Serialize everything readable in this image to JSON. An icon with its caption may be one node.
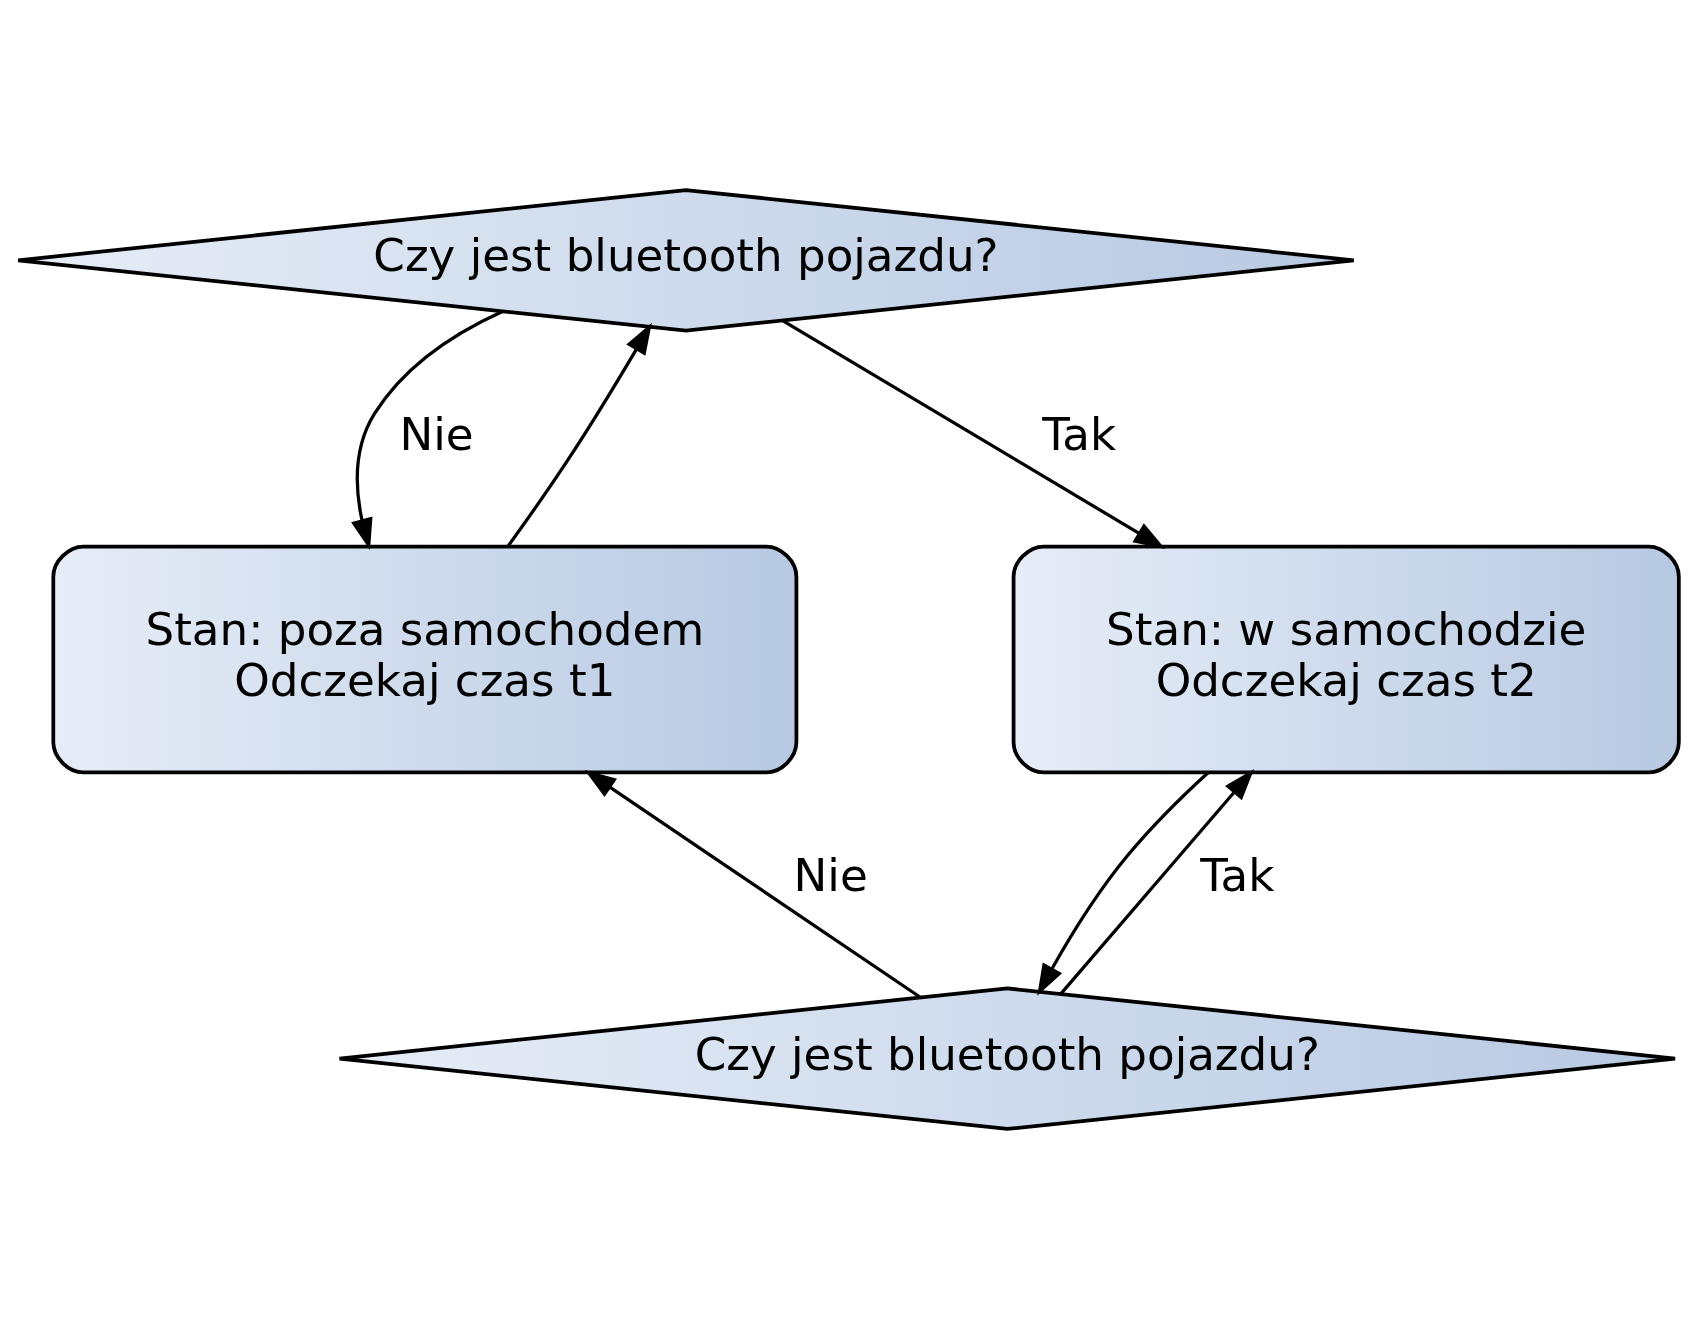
{
  "diagram": {
    "nodes": [
      {
        "text": [
          "Czy jest bluetooth pojazdu?"
        ]
      },
      {
        "text": [
          "Stan: poza samochodem",
          "Odczekaj czas t1"
        ]
      },
      {
        "text": [
          "Stan: w samochodzie",
          "Odczekaj czas t2"
        ]
      },
      {
        "text": [
          "Czy jest bluetooth pojazdu?"
        ]
      }
    ],
    "edges": [
      {
        "from": 1,
        "to": 0,
        "arrow": "to"
      },
      {
        "from": 0,
        "to": 1,
        "arrow": "to",
        "label": "Nie"
      },
      {
        "from": 0,
        "to": 2,
        "arrow": "to",
        "label": "Tak"
      },
      {
        "from": 2,
        "to": 3,
        "arrow": "to"
      },
      {
        "from": 3,
        "to": 2,
        "arrow": "to",
        "label": "Tak"
      },
      {
        "from": 3,
        "to": 1,
        "arrow": "to",
        "label": "Nie"
      }
    ]
  }
}
